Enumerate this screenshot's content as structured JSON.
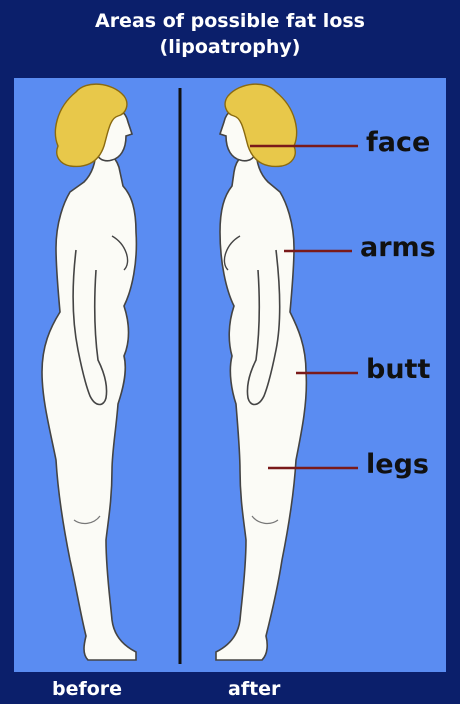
{
  "title": {
    "line1": "Areas of possible fat loss",
    "line2": "(lipoatrophy)"
  },
  "labels": {
    "face": "face",
    "arms": "arms",
    "butt": "butt",
    "legs": "legs"
  },
  "footer": {
    "before": "before",
    "after": "after"
  },
  "colors": {
    "background": "#0b1f6b",
    "panel": "#5a8cf2",
    "hair": "#e8c84a",
    "skin": "#fbfbf6",
    "pointer_line": "#7a1a1a",
    "divider": "#111111"
  }
}
